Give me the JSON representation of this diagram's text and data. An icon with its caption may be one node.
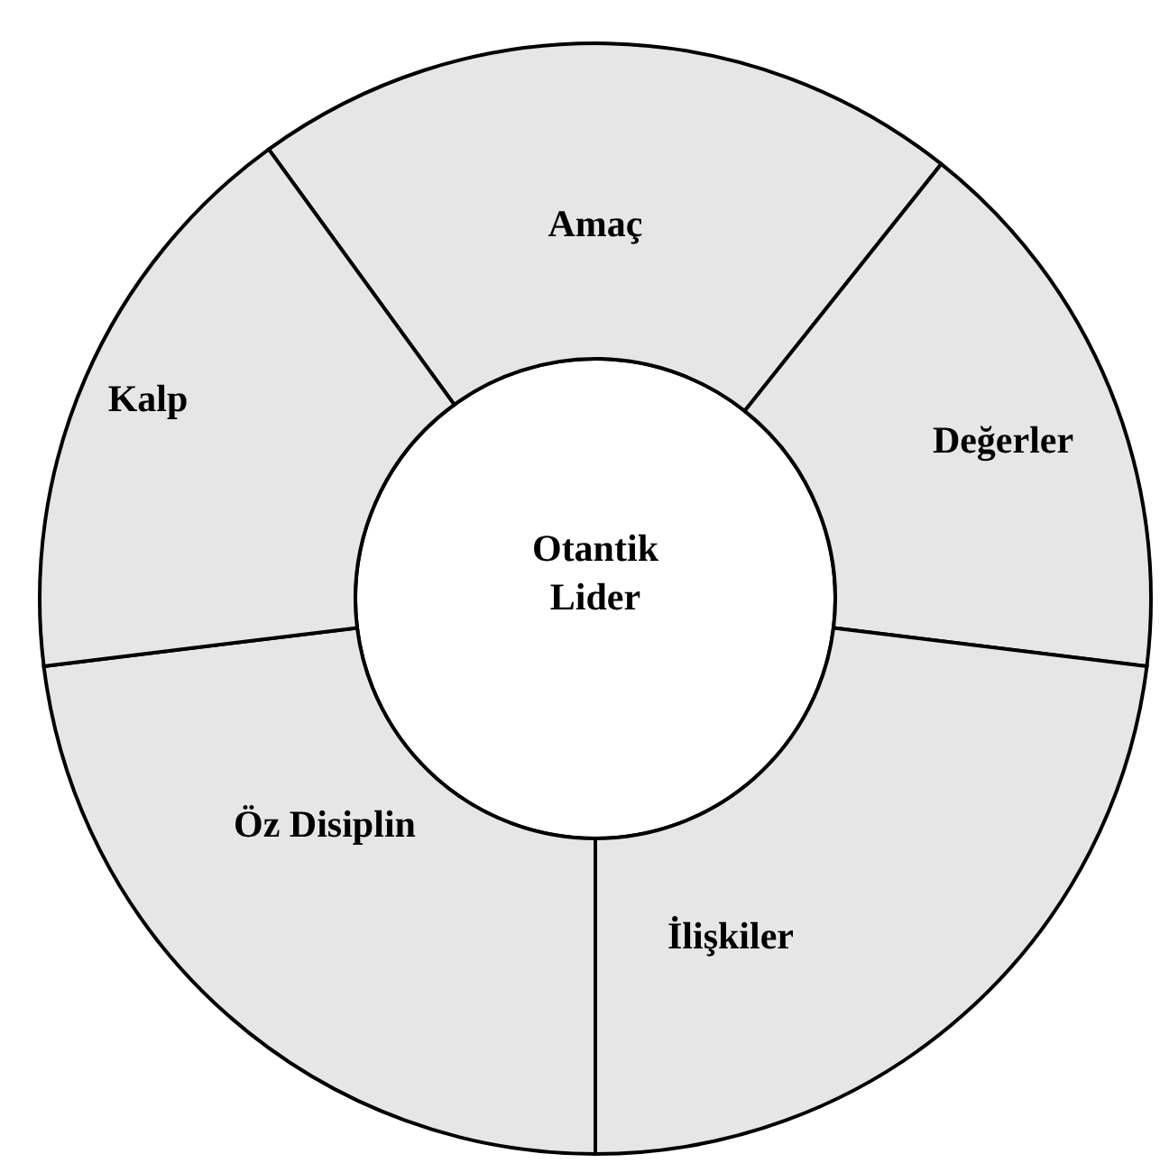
{
  "diagram": {
    "nodes": [
      {
        "text": [
          "Otantik Lider"
        ]
      },
      {
        "text": [
          "Amaç"
        ]
      },
      {
        "text": [
          "Değerler"
        ]
      },
      {
        "text": [
          "İlişkiler"
        ]
      },
      {
        "text": [
          "Öz Disiplin"
        ]
      },
      {
        "text": [
          "Kalp"
        ]
      }
    ]
  }
}
